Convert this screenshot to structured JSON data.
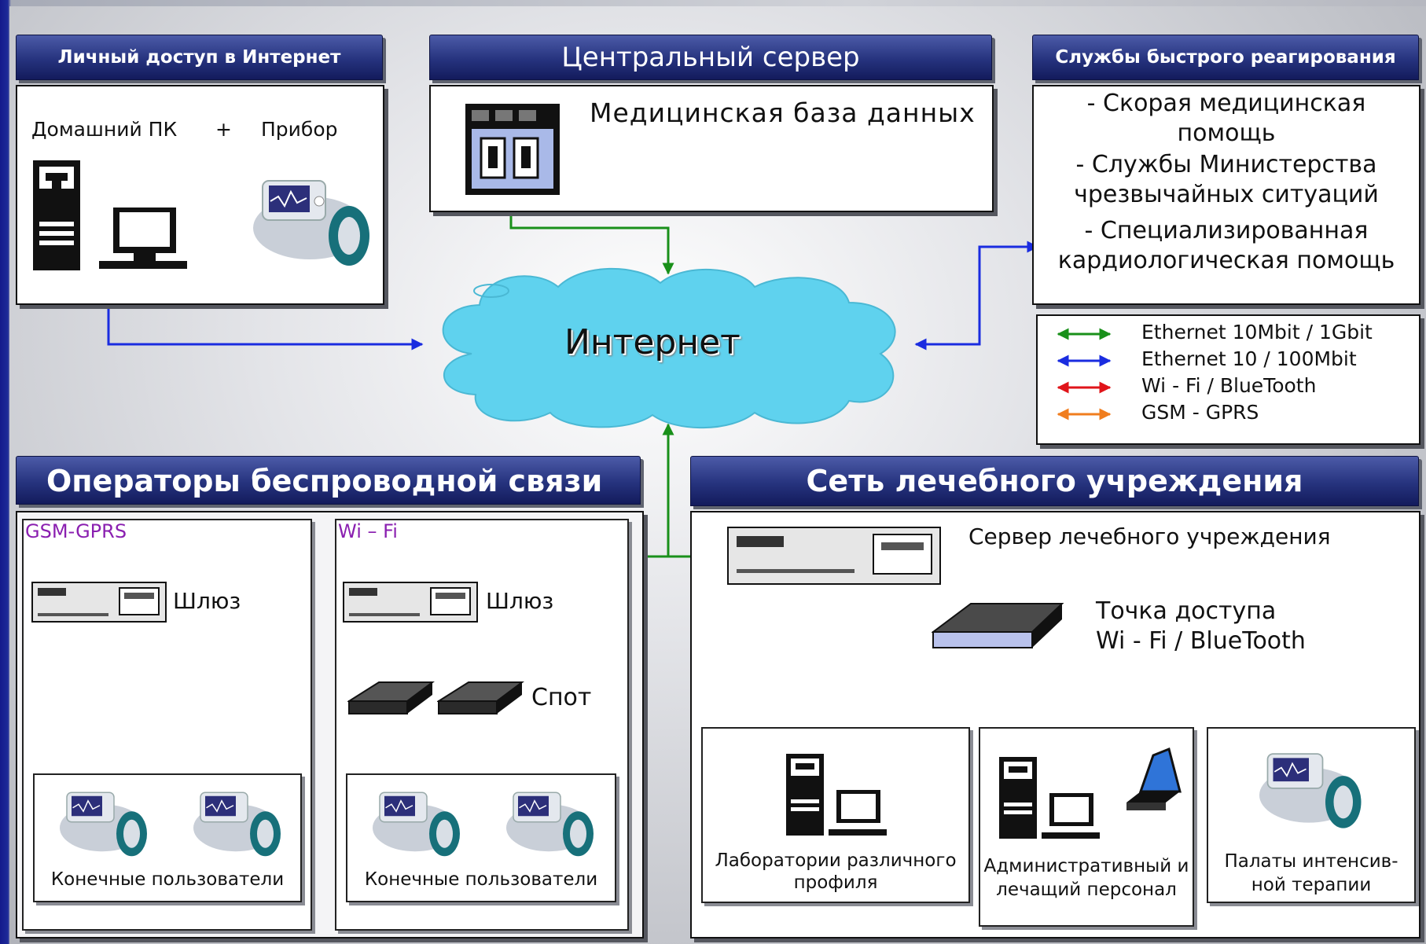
{
  "colors": {
    "ethernet_gbit": "#19901a",
    "ethernet_100": "#1a2ce0",
    "wifi": "#e0141a",
    "gsm": "#f07d1e",
    "header": "#26337e",
    "section_label": "#8a1fb0"
  },
  "personal": {
    "header": "Личный доступ в Интернет",
    "home_pc": "Домашний ПК",
    "plus": "+",
    "device": "Прибор"
  },
  "central": {
    "header": "Центральный сервер",
    "db_label": "Медицинская база данных"
  },
  "emergency": {
    "header": "Службы быстрого реагирования",
    "line1": "- Скорая медицинская",
    "line2": "помощь",
    "line3": "- Службы Министерства",
    "line4": "чрезвычайных ситуаций",
    "line5": "- Специализированная",
    "line6": "кардиологическая помощь"
  },
  "legend": [
    {
      "label": "Ethernet 10Mbit / 1Gbit",
      "color": "#19901a"
    },
    {
      "label": "Ethernet 10 / 100Mbit",
      "color": "#1a2ce0"
    },
    {
      "label": "Wi - Fi / BlueTooth",
      "color": "#e0141a"
    },
    {
      "label": "GSM - GPRS",
      "color": "#f07d1e"
    }
  ],
  "internet": {
    "label": "Интернет"
  },
  "wireless": {
    "header": "Операторы беспроводной связи",
    "gsm_label": "GSM-GPRS",
    "wifi_label": "Wi – Fi",
    "gateway": "Шлюз",
    "spot": "Спот",
    "end_users": "Конечные пользователи"
  },
  "hospital": {
    "header": "Сеть лечебного учреждения",
    "server": "Сервер лечебного учреждения",
    "ap_line1": "Точка доступа",
    "ap_line2": "Wi - Fi / BlueTooth",
    "labs": "Лаборатории различного профиля",
    "admin": "Административный и лечащий персонал",
    "icu": "Палаты интенсив-ной терапии"
  }
}
